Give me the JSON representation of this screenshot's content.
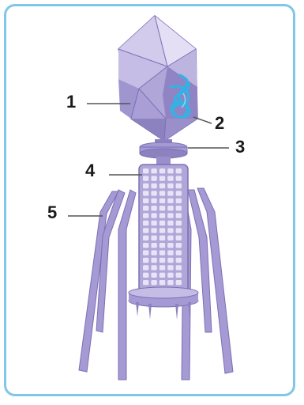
{
  "labels": {
    "l1": "1",
    "l2": "2",
    "l3": "3",
    "l4": "4",
    "l5": "5"
  },
  "colors": {
    "frame": "#7fc7e6",
    "head_light": "#d8d2ef",
    "head_mid": "#b0a6d8",
    "head_dark": "#8d82c0",
    "dna": "#2fb4e6",
    "tail": "#a59ad4",
    "tail_dark": "#7b70b4",
    "leader_line": "#555555"
  }
}
